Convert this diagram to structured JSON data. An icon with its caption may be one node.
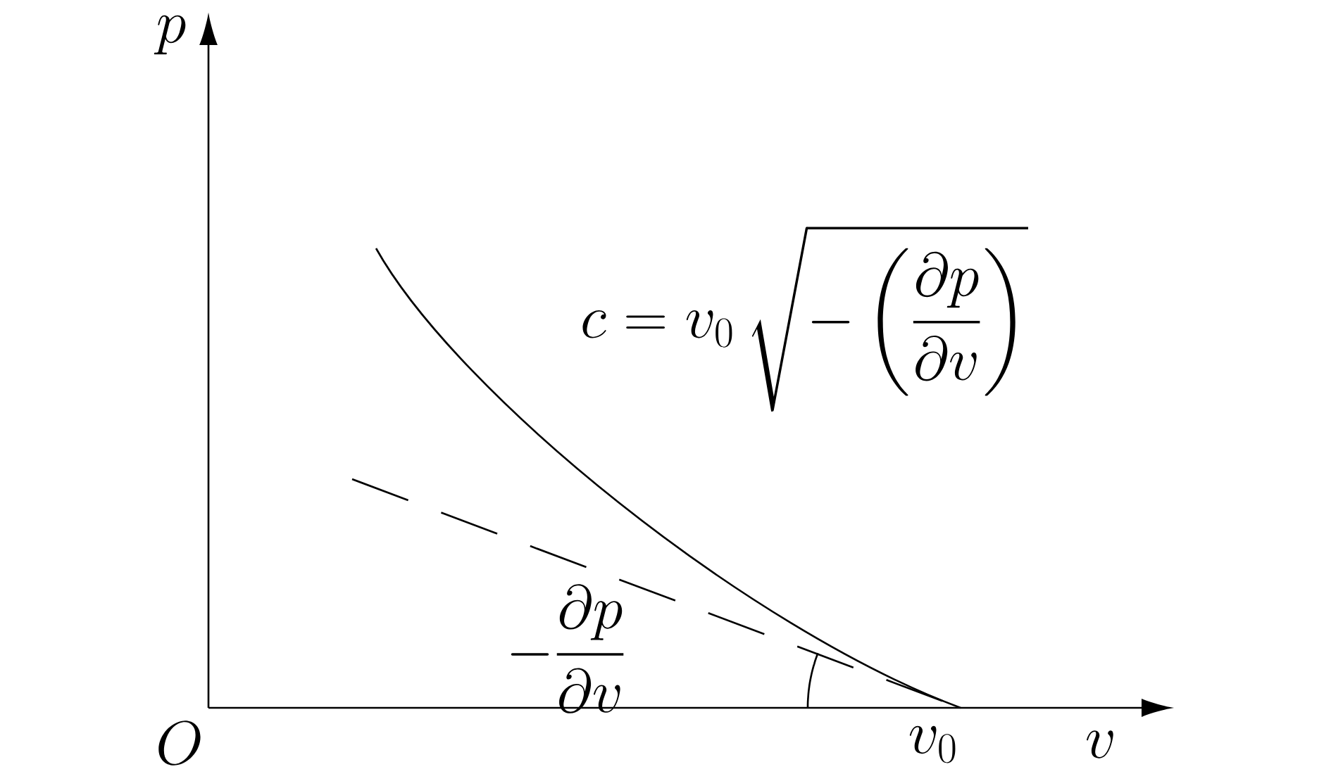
{
  "diagram": {
    "labels": [
      "p",
      "c = v_0\\,\\sqrt{-\\left(\\dfrac{\\partial p}{\\partial v}\\right)}",
      "-\\dfrac{\\partial p}{\\partial v}",
      "O",
      "v_0",
      "v"
    ]
  }
}
